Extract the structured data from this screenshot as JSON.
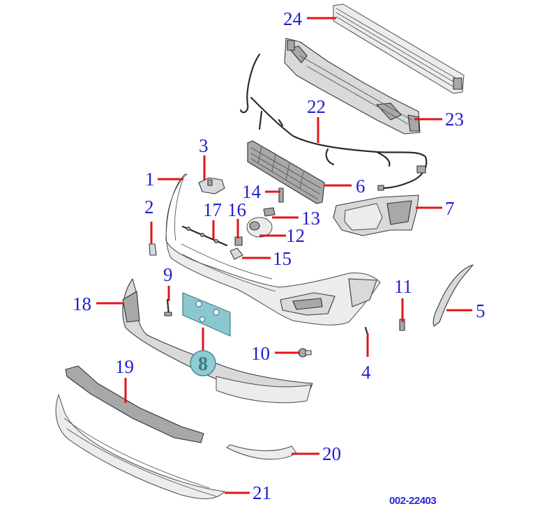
{
  "diagram_code": "002-22403",
  "highlighted_part": "8",
  "callouts": [
    "1",
    "2",
    "3",
    "4",
    "5",
    "6",
    "7",
    "9",
    "10",
    "11",
    "12",
    "13",
    "14",
    "15",
    "16",
    "17",
    "18",
    "19",
    "20",
    "21",
    "22",
    "23",
    "24"
  ]
}
